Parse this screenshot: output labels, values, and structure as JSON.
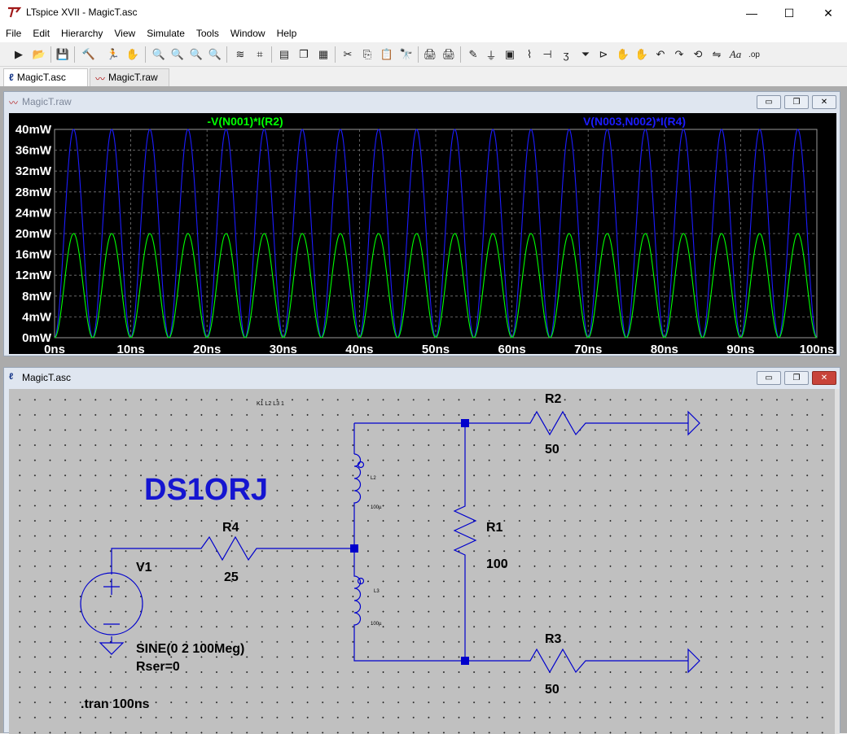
{
  "window": {
    "title": "LTspice XVII - MagicT.asc",
    "minimize": "—",
    "maximize": "☐",
    "close": "✕"
  },
  "menu": [
    "File",
    "Edit",
    "Hierarchy",
    "View",
    "Simulate",
    "Tools",
    "Window",
    "Help"
  ],
  "toolbar_icons": [
    "new-schematic-icon",
    "open-icon",
    "save-icon",
    "control-panel-icon",
    "run-icon",
    "pan-icon",
    "zoom-in-icon",
    "zoom-area-icon",
    "zoom-out-icon",
    "zoom-cancel-icon",
    "autorange-icon",
    "cursor-icon",
    "tile-icon",
    "cascade-icon",
    "window-icon",
    "cut-icon",
    "copy-icon",
    "paste-icon",
    "find-icon",
    "print-setup-icon",
    "print-icon",
    "draw-wire-icon",
    "ground-icon",
    "label-net-icon",
    "resistor-icon",
    "capacitor-icon",
    "inductor-icon",
    "diode-icon",
    "component-icon",
    "move-icon",
    "drag-icon",
    "undo-icon",
    "redo-icon",
    "rotate-icon",
    "mirror-icon",
    "text-icon",
    "spice-directive-icon"
  ],
  "tabs": [
    {
      "label": "MagicT.asc",
      "icon": "schematic-icon",
      "active": true
    },
    {
      "label": "MagicT.raw",
      "icon": "waveform-icon",
      "active": false
    }
  ],
  "waveform_window": {
    "title": "MagicT.raw",
    "min": "▭",
    "restore": "❐",
    "close": "✕"
  },
  "schematic_window": {
    "title": "MagicT.asc",
    "min": "▭",
    "restore": "❐",
    "close": "✕"
  },
  "colors": {
    "trace1": "#00ff00",
    "trace2": "#1c1cff",
    "wire": "#0000cc",
    "plot_bg": "#000000",
    "axis_text": "#ffffff"
  },
  "chart_data": {
    "type": "line",
    "series": [
      {
        "name": "-V(N001)*I(R2)",
        "color": "#00ff00",
        "peak": 20,
        "period_ns": 5
      },
      {
        "name": "V(N003,N002)*I(R4)",
        "color": "#1c1cff",
        "peak": 40,
        "period_ns": 5
      }
    ],
    "x_ticks": [
      "0ns",
      "10ns",
      "20ns",
      "30ns",
      "40ns",
      "50ns",
      "60ns",
      "70ns",
      "80ns",
      "90ns",
      "100ns"
    ],
    "y_ticks": [
      "0mW",
      "4mW",
      "8mW",
      "12mW",
      "16mW",
      "20mW",
      "24mW",
      "28mW",
      "32mW",
      "36mW",
      "40mW"
    ],
    "xlim": [
      0,
      100
    ],
    "ylim": [
      0,
      40
    ],
    "x_unit": "ns",
    "y_unit": "mW",
    "grid": true
  },
  "schematic": {
    "coupling": "K1 L2 L3 1",
    "watermark": "DS1ORJ",
    "R1": {
      "name": "R1",
      "value": "100"
    },
    "R2": {
      "name": "R2",
      "value": "50"
    },
    "R3": {
      "name": "R3",
      "value": "50"
    },
    "R4": {
      "name": "R4",
      "value": "25"
    },
    "L2": {
      "name": "L2",
      "value": "100µ"
    },
    "L3": {
      "name": "L3",
      "value": "100µ"
    },
    "V1": {
      "name": "V1",
      "value": "SINE(0 2 100Meg)",
      "rser": "Rser=0"
    },
    "directive": ".tran 100ns"
  }
}
